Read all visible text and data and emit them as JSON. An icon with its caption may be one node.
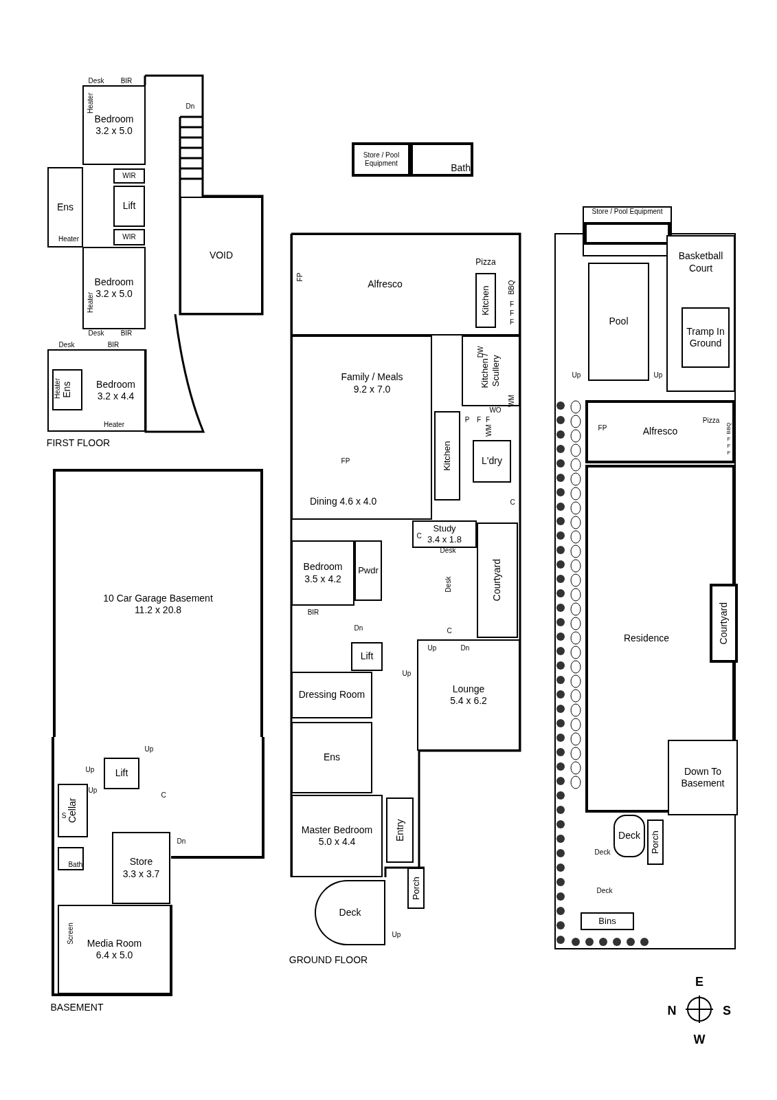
{
  "diagram": {
    "nodes": [
      {
        "text": [
          "Bedroom",
          "3.2 x 5.0"
        ]
      },
      {
        "text": [
          "Ens"
        ]
      },
      {
        "text": [
          "WIR"
        ]
      },
      {
        "text": [
          "Lift"
        ]
      },
      {
        "text": [
          "WIR"
        ]
      },
      {
        "text": [
          "VOID"
        ]
      },
      {
        "text": [
          "Bedroom",
          "3.2 x 5.0"
        ]
      },
      {
        "text": [
          "Bedroom",
          "3.2 x 4.4"
        ]
      },
      {
        "text": [
          "Ens"
        ],
        "in": 7
      },
      {
        "text": [
          "Store / Pool Equipment"
        ]
      },
      {
        "text": [
          "Bath"
        ]
      },
      {
        "text": [
          "Alfresco"
        ]
      },
      {
        "text": [
          "Kitchen"
        ],
        "in": 11
      },
      {
        "text": [
          "Family / Meals",
          "9.2 x 7.0"
        ]
      },
      {
        "text": [
          "Kitchen / Scullery"
        ]
      },
      {
        "text": [
          "Kitchen"
        ]
      },
      {
        "text": [
          "L'dry"
        ]
      },
      {
        "text": [
          "Study",
          "3.4 x 1.8"
        ]
      },
      {
        "text": [
          "Bedroom",
          "3.5 x 4.2"
        ]
      },
      {
        "text": [
          "Pwdr"
        ]
      },
      {
        "text": [
          "Courtyard"
        ]
      },
      {
        "text": [
          "Lift"
        ]
      },
      {
        "text": [
          "Lounge",
          "5.4 x 6.2"
        ]
      },
      {
        "text": [
          "Dressing Room"
        ]
      },
      {
        "text": [
          "Ens"
        ]
      },
      {
        "text": [
          "Master Bedroom",
          "5.0 x 4.4"
        ]
      },
      {
        "text": [
          "Entry"
        ]
      },
      {
        "text": [
          "Deck"
        ]
      },
      {
        "text": [
          "Porch"
        ]
      },
      {
        "text": [
          "10 Car Garage Basement",
          "11.2 x 20.8"
        ]
      },
      {
        "text": [
          "Lift"
        ]
      },
      {
        "text": [
          "Cellar"
        ]
      },
      {
        "text": [
          "Store",
          "3.3 x 3.7"
        ]
      },
      {
        "text": [
          "Bath"
        ]
      },
      {
        "text": [
          "Media Room",
          "6.4 x 5.0"
        ]
      },
      {
        "text": [
          "Store / Pool Equipment"
        ]
      },
      {
        "text": [
          "Pool"
        ]
      },
      {
        "text": [
          "Basketball Court"
        ]
      },
      {
        "text": [
          "Tramp In Ground"
        ],
        "in": 37
      },
      {
        "text": [
          "Alfresco"
        ]
      },
      {
        "text": [
          "Residence"
        ]
      },
      {
        "text": [
          "Courtyard"
        ],
        "in": 40
      },
      {
        "text": [
          "Down To Basement"
        ],
        "in": 40
      },
      {
        "text": [
          "Deck"
        ]
      },
      {
        "text": [
          "Porch"
        ]
      },
      {
        "text": [
          "Bins"
        ]
      }
    ],
    "labels": [
      "Desk",
      "BIR",
      "Heater",
      "Heater",
      "Dn",
      "Heater",
      "Desk",
      "BIR",
      "Desk",
      "BIR",
      "Heater",
      "Heater",
      "FIRST FLOOR",
      "FP",
      "Pizza",
      "BBQ",
      "F",
      "F",
      "F",
      "DW",
      "WM",
      "WO",
      "P",
      "F",
      "F",
      "WM",
      "FP",
      "Dining 4.6 x 4.0",
      "C",
      "C",
      "Desk",
      "BIR",
      "Dn",
      "Desk",
      "C",
      "Up",
      "Dn",
      "Up",
      "Up",
      "GROUND FLOOR",
      "Up",
      "Up",
      "Up",
      "C",
      "S",
      "Dn",
      "Screen",
      "BASEMENT",
      "Up",
      "Up",
      "FP",
      "Pizza",
      "BBQ",
      "F",
      "F",
      "F",
      "Deck",
      "Deck",
      "E",
      "N",
      "S",
      "W"
    ]
  }
}
